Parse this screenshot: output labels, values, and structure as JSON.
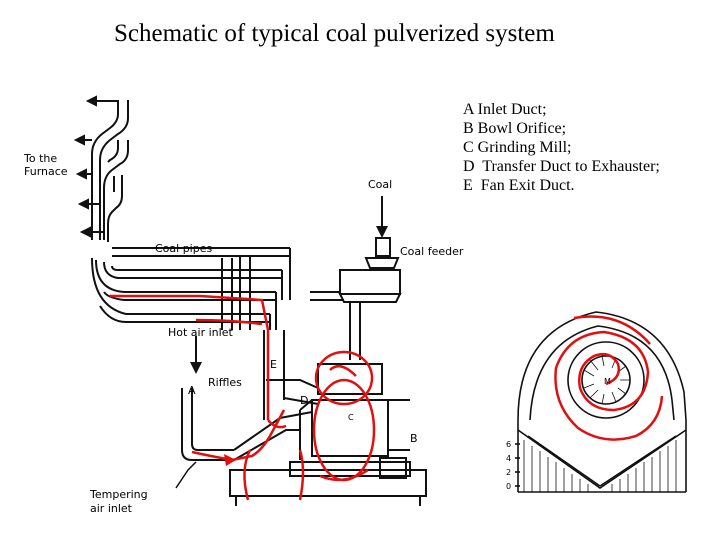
{
  "title": "Schematic of typical coal pulverized system",
  "legend": [
    "A Inlet Duct;",
    "B Bowl Orifice;",
    "C Grinding Mill;",
    "D  Transfer Duct to Exhauster;",
    "E  Fan Exit Duct."
  ],
  "labels": {
    "to_the": "To the",
    "furnace": "Furnace",
    "coal": "Coal",
    "coal_pipes": "Coal  pipes",
    "coal_feeder": "Coal  feeder",
    "hot_air_inlet": "Hot air inlet",
    "riffles": "Riffles",
    "tempering": "Tempering",
    "air_inlet": "air  inlet",
    "a": "A",
    "b": "B",
    "c": "C",
    "d": "D",
    "e": "E",
    "m": "M"
  },
  "scale_ticks": [
    "6",
    "4",
    "2",
    "0"
  ],
  "colors": {
    "flow": "#e01010",
    "ink": "#111111"
  }
}
